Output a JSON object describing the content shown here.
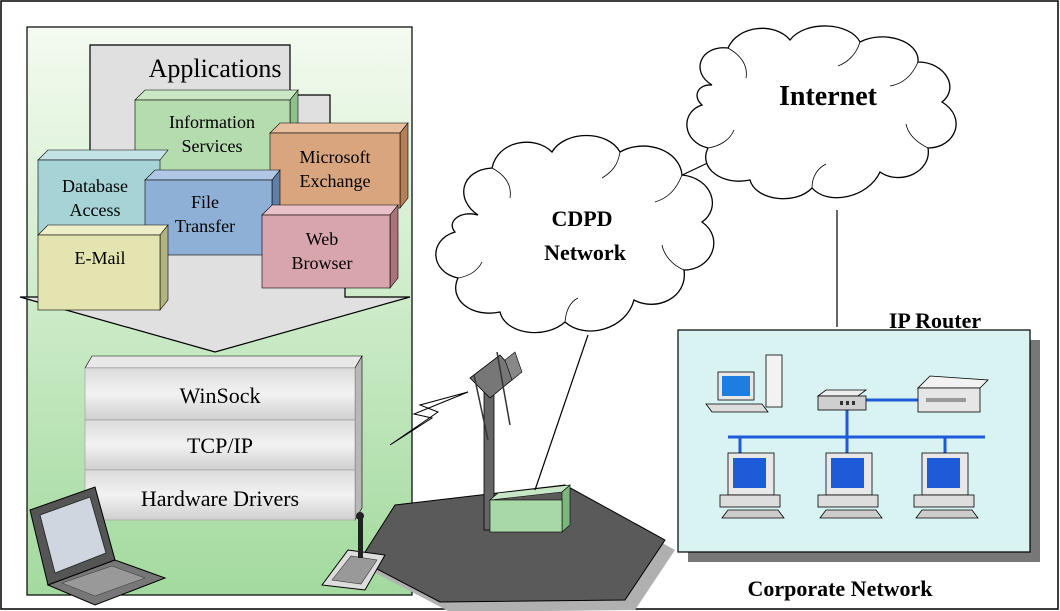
{
  "applications": {
    "title": "Applications",
    "boxes": [
      {
        "id": "info",
        "lines": [
          "Information",
          "Services"
        ],
        "color": "#b5dcae"
      },
      {
        "id": "exchange",
        "lines": [
          "Microsoft",
          "Exchange"
        ],
        "color": "#d9a57f"
      },
      {
        "id": "database",
        "lines": [
          "Database",
          "Access"
        ],
        "color": "#a6d3d6"
      },
      {
        "id": "file",
        "lines": [
          "File",
          "Transfer"
        ],
        "color": "#8fb0d6"
      },
      {
        "id": "email",
        "lines": [
          "E-Mail"
        ],
        "color": "#e4e4b0"
      },
      {
        "id": "web",
        "lines": [
          "Web",
          "Browser"
        ],
        "color": "#d9a5ad"
      }
    ]
  },
  "stack": {
    "layers": [
      "WinSock",
      "TCP/IP",
      "Hardware Drivers"
    ]
  },
  "clouds": {
    "internet": "Internet",
    "cdpd": [
      "CDPD",
      "Network"
    ]
  },
  "labels": {
    "ip_router": "IP Router",
    "corporate_network": "Corporate Network"
  },
  "colors": {
    "panel_green_top": "#f3fbee",
    "panel_green_bottom": "#9fd89f",
    "corporate_fill": "#d9f2f2",
    "lan_blue": "#1e5bd8",
    "base_station": "#a8d8a8"
  }
}
